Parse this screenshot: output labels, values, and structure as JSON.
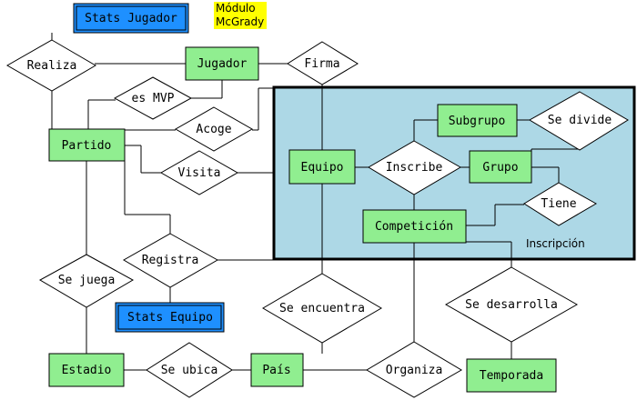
{
  "module": {
    "line1": "Módulo",
    "line2": "McGrady"
  },
  "module_box": {
    "label": "Inscripción"
  },
  "modules": {
    "stats_jugador": "Stats Jugador",
    "stats_equipo": "Stats Equipo"
  },
  "entities": {
    "jugador": "Jugador",
    "partido": "Partido",
    "equipo": "Equipo",
    "subgrupo": "Subgrupo",
    "grupo": "Grupo",
    "competicion": "Competición",
    "estadio": "Estadio",
    "pais": "País",
    "temporada": "Temporada"
  },
  "relations": {
    "realiza": "Realiza",
    "firma": "Firma",
    "es_mvp": "es MVP",
    "acoge": "Acoge",
    "visita": "Visita",
    "inscribe": "Inscribe",
    "se_divide": "Se divide",
    "tiene": "Tiene",
    "registra": "Registra",
    "se_juega": "Se juega",
    "se_encuentra": "Se encuentra",
    "se_desarrolla": "Se desarrolla",
    "se_ubica": "Se ubica",
    "organiza": "Organiza"
  },
  "colors": {
    "entity": "#90ee90",
    "module": "#1e90ff",
    "module_area": "#add8e6",
    "highlight": "#ffff00"
  }
}
